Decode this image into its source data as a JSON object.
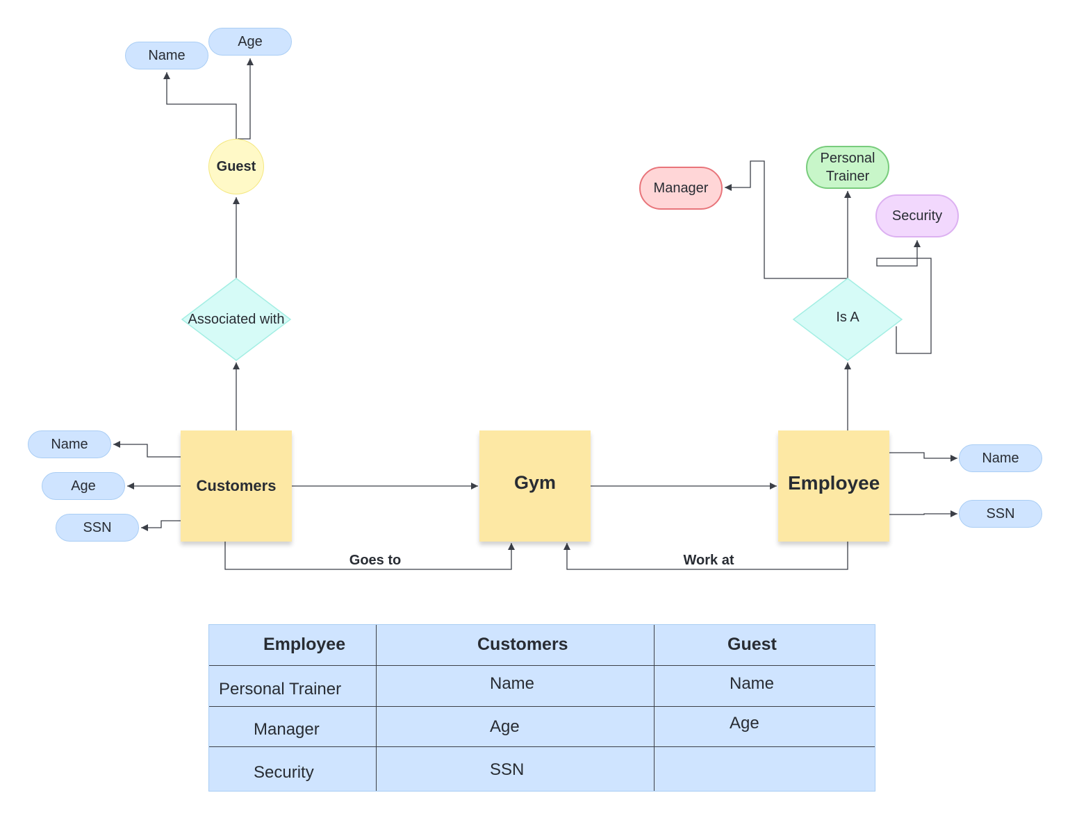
{
  "nodes": {
    "guest": "Guest",
    "guest_name": "Name",
    "guest_age": "Age",
    "associated_with": "Associated with",
    "customers": "Customers",
    "cust_name": "Name",
    "cust_age": "Age",
    "cust_ssn": "SSN",
    "gym": "Gym",
    "employee": "Employee",
    "emp_name": "Name",
    "emp_ssn": "SSN",
    "is_a": "Is A",
    "manager": "Manager",
    "personal_trainer": "Personal Trainer",
    "security": "Security"
  },
  "edges": {
    "goes_to": "Goes to",
    "work_at": "Work at"
  },
  "colors": {
    "attribute": "#cfe4ff",
    "entity": "#fde8a4",
    "relationship": "#d6fbf7",
    "guest": "#fff9c7",
    "manager": "#ffd6d7",
    "trainer": "#c8f6c9",
    "security": "#f2d8fd",
    "line": "#3b3f47"
  },
  "table": {
    "headers": [
      "Employee",
      "Customers",
      "Guest"
    ],
    "rows": [
      [
        "Personal Trainer",
        "Name",
        "Name"
      ],
      [
        "Manager",
        "Age",
        "Age"
      ],
      [
        "Security",
        "SSN",
        ""
      ]
    ]
  }
}
